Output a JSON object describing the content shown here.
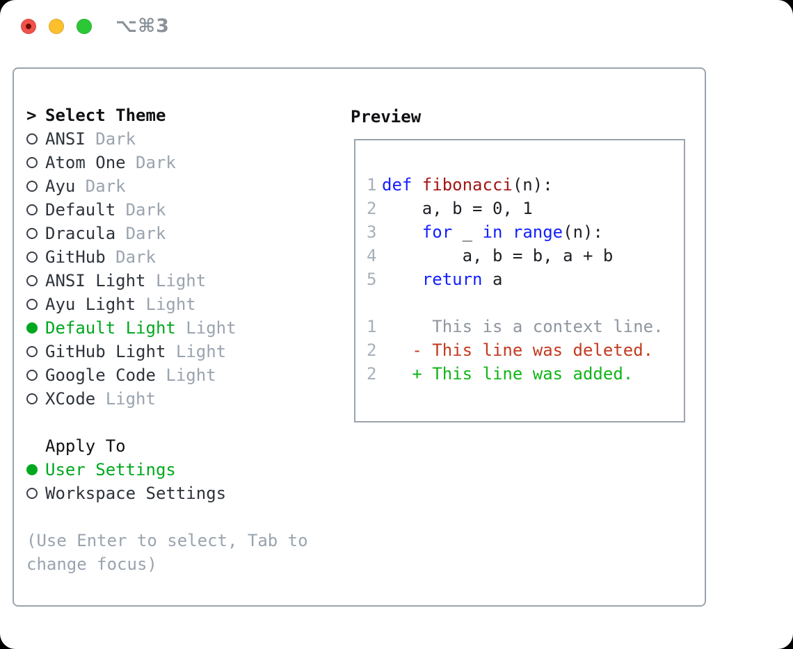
{
  "window": {
    "shortcut": "⌥⌘3",
    "traffic_lights": [
      "close",
      "minimize",
      "zoom"
    ]
  },
  "colors": {
    "selected_green": "#00a81f",
    "dark_text": "#2e333b",
    "muted_gray": "#9aa3ae",
    "header_black": "#101114",
    "panel_border": "#9aa3ad",
    "keyword": "#1420ff",
    "function": "#a31515",
    "code_plain": "#1d2025",
    "line_number": "#a7afb9",
    "diff_context": "#8f969f",
    "diff_deleted": "#c23a20",
    "diff_added": "#12b418"
  },
  "theme_panel": {
    "cursor": ">",
    "title": "Select Theme",
    "themes": [
      {
        "name": "ANSI",
        "variant": "Dark",
        "selected": false
      },
      {
        "name": "Atom One",
        "variant": "Dark",
        "selected": false
      },
      {
        "name": "Ayu",
        "variant": "Dark",
        "selected": false
      },
      {
        "name": "Default",
        "variant": "Dark",
        "selected": false
      },
      {
        "name": "Dracula",
        "variant": "Dark",
        "selected": false
      },
      {
        "name": "GitHub",
        "variant": "Dark",
        "selected": false
      },
      {
        "name": "ANSI Light",
        "variant": "Light",
        "selected": false
      },
      {
        "name": "Ayu Light",
        "variant": "Light",
        "selected": false
      },
      {
        "name": "Default Light",
        "variant": "Light",
        "selected": true
      },
      {
        "name": "GitHub Light",
        "variant": "Light",
        "selected": false
      },
      {
        "name": "Google Code",
        "variant": "Light",
        "selected": false
      },
      {
        "name": "XCode",
        "variant": "Light",
        "selected": false
      }
    ],
    "apply_to": {
      "title": "Apply To",
      "options": [
        {
          "label": "User Settings",
          "selected": true
        },
        {
          "label": "Workspace Settings",
          "selected": false
        }
      ]
    },
    "hint_lines": [
      "(Use Enter to select, Tab to",
      "change focus)"
    ]
  },
  "preview": {
    "title": "Preview",
    "lines": [
      {
        "num": "1",
        "segments": [
          {
            "text": "def ",
            "color": "keyword"
          },
          {
            "text": "fibonacci",
            "color": "function"
          },
          {
            "text": "(n):",
            "color": "code_plain"
          }
        ]
      },
      {
        "num": "2",
        "segments": [
          {
            "text": "    a, b = 0, 1",
            "color": "code_plain"
          }
        ]
      },
      {
        "num": "3",
        "segments": [
          {
            "text": "    ",
            "color": "code_plain"
          },
          {
            "text": "for",
            "color": "keyword"
          },
          {
            "text": " _ ",
            "color": "code_plain"
          },
          {
            "text": "in",
            "color": "keyword"
          },
          {
            "text": " ",
            "color": "code_plain"
          },
          {
            "text": "range",
            "color": "keyword"
          },
          {
            "text": "(n):",
            "color": "code_plain"
          }
        ]
      },
      {
        "num": "4",
        "segments": [
          {
            "text": "        a, b = b, a + b",
            "color": "code_plain"
          }
        ]
      },
      {
        "num": "5",
        "segments": [
          {
            "text": "    ",
            "color": "code_plain"
          },
          {
            "text": "return",
            "color": "keyword"
          },
          {
            "text": " a",
            "color": "code_plain"
          }
        ]
      },
      {
        "num": "",
        "segments": []
      },
      {
        "num": "1",
        "segments": [
          {
            "text": "     This is a context line.",
            "color": "diff_context"
          }
        ]
      },
      {
        "num": "2",
        "segments": [
          {
            "text": "   - This line was deleted.",
            "color": "diff_deleted"
          }
        ]
      },
      {
        "num": "2",
        "segments": [
          {
            "text": "   + This line was added.",
            "color": "diff_added"
          }
        ]
      }
    ]
  }
}
